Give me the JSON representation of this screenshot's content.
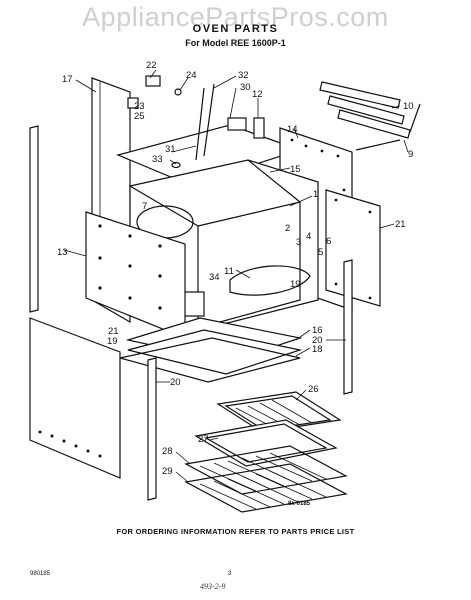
{
  "header": {
    "watermark": "AppliancePartsPros.com",
    "title": "OVEN PARTS",
    "subtitle": "For Model REE 1600P-1"
  },
  "footer": {
    "ordering_note": "FOR ORDERING INFORMATION REFER TO PARTS PRICE LIST",
    "doc_code": "980185",
    "page_number": "3",
    "ref_code": "8x-0185",
    "handwritten": "493-2-9"
  },
  "callouts": {
    "c1": "1",
    "c2": "2",
    "c3": "3",
    "c4": "4",
    "c5": "5",
    "c6": "6",
    "c7": "7",
    "c9": "9",
    "c10": "10",
    "c11": "11",
    "c12": "12",
    "c13": "13",
    "c14": "14",
    "c15": "15",
    "c16": "16",
    "c17": "17",
    "c18": "18",
    "c19a": "19",
    "c19b": "19",
    "c20a": "20",
    "c20b": "20",
    "c21a": "21",
    "c21b": "21",
    "c22": "22",
    "c23": "23",
    "c24": "24",
    "c25": "25",
    "c26": "26",
    "c27": "27",
    "c28": "28",
    "c29": "29",
    "c30": "30",
    "c31": "31",
    "c32": "32",
    "c33": "33",
    "c34": "34"
  }
}
